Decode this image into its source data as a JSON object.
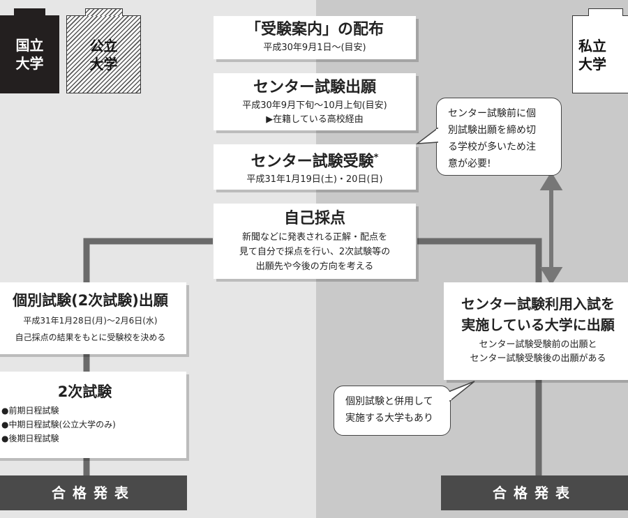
{
  "tags": {
    "national": [
      "国立",
      "大学"
    ],
    "public": [
      "公立",
      "大学"
    ],
    "private": [
      "私立",
      "大学"
    ]
  },
  "steps": {
    "guide": {
      "title": "「受験案内」の配布",
      "lines": [
        "平成30年9月1日〜(目安)"
      ]
    },
    "apply": {
      "title": "センター試験出願",
      "lines": [
        "平成30年9月下旬〜10月上旬(目安)",
        "▶在籍している高校経由"
      ]
    },
    "exam": {
      "title": "センター試験受験",
      "mark": "*",
      "lines": [
        "平成31年1月19日(土)・20日(日)"
      ]
    },
    "self": {
      "title": "自己採点",
      "lines": [
        "新聞などに発表される正解・配点を",
        "見て自分で採点を行い、2次試験等の",
        "出願先や今後の方向を考える"
      ]
    },
    "individual": {
      "title": "個別試験(2次試験)出願",
      "lines": [
        "平成31年1月28日(月)〜2月6日(水)",
        "自己採点の結果をもとに受験校を決める"
      ]
    },
    "second": {
      "title": "2次試験",
      "lines": [
        "●前期日程試験",
        "●中期日程試験(公立大学のみ)",
        "●後期日程試験"
      ]
    },
    "private_apply": {
      "title_lines": [
        "センター試験利用入試を",
        "実施している大学に出願"
      ],
      "lines": [
        "センター試験受験前の出願と",
        "センター試験受験後の出願がある"
      ]
    }
  },
  "bubbles": {
    "top": [
      "センター試験前に個",
      "別試験出願を締め切",
      "る学校が多いため注",
      "意が必要!"
    ],
    "bottom": [
      "個別試験と併用して",
      "実施する大学もあり"
    ]
  },
  "results": {
    "left": "合格発表",
    "right": "合格発表"
  },
  "colors": {
    "left_bg": "#e6e6e6",
    "right_bg": "#c9c9c9",
    "line": "#6a6a6a",
    "result_bg": "#4a4a4a",
    "national_bg": "#231f1f"
  }
}
